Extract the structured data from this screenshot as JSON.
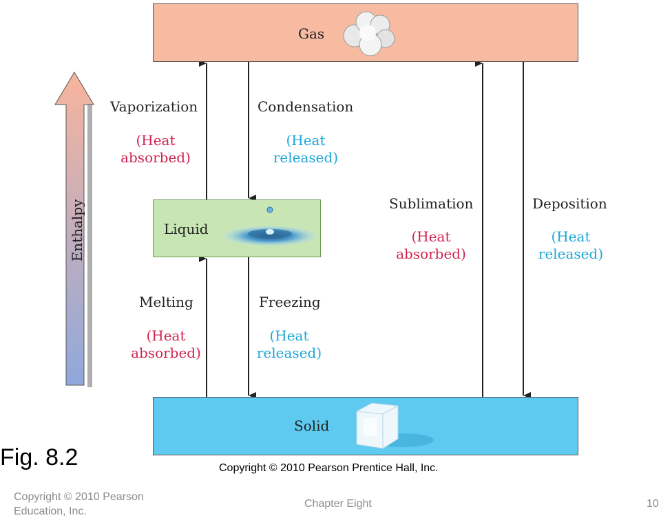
{
  "states": {
    "gas": "Gas",
    "liquid": "Liquid",
    "solid": "Solid"
  },
  "axis": {
    "enthalpy": "Enthalpy"
  },
  "processes": {
    "vaporization": {
      "name": "Vaporization",
      "heat_line1": "(Heat",
      "heat_line2": "absorbed)"
    },
    "condensation": {
      "name": "Condensation",
      "heat_line1": "(Heat",
      "heat_line2": "released)"
    },
    "sublimation": {
      "name": "Sublimation",
      "heat_line1": "(Heat",
      "heat_line2": "absorbed)"
    },
    "deposition": {
      "name": "Deposition",
      "heat_line1": "(Heat",
      "heat_line2": "released)"
    },
    "melting": {
      "name": "Melting",
      "heat_line1": "(Heat",
      "heat_line2": "absorbed)"
    },
    "freezing": {
      "name": "Freezing",
      "heat_line1": "(Heat",
      "heat_line2": "released)"
    }
  },
  "colors": {
    "heat_absorbed": "#d12350",
    "heat_released": "#1aa6d8",
    "gas_box": "#f7bba2",
    "liquid_box": "#c8e6b4",
    "solid_box": "#5fcaf0"
  },
  "figure_caption": "Fig. 8.2",
  "image_copyright": "Copyright © 2010 Pearson Prentice Hall, Inc.",
  "footer": {
    "copyright_line1": "Copyright © 2010 Pearson",
    "copyright_line2": "Education, Inc.",
    "chapter": "Chapter Eight",
    "page_number": "10"
  }
}
